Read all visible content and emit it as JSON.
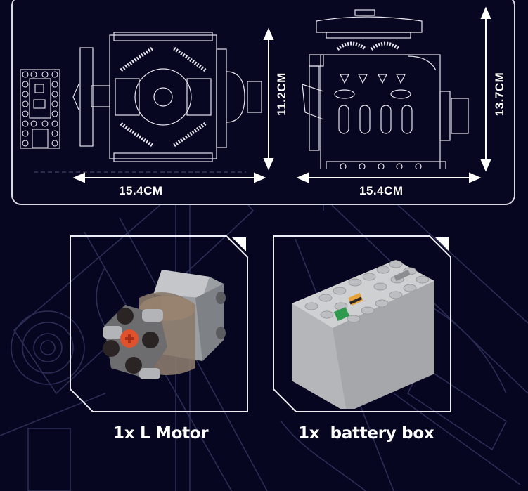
{
  "dimensions": {
    "top_view_width": "15.4CM",
    "top_view_height": "11.2CM",
    "side_view_width": "15.4CM",
    "side_view_height": "13.7CM"
  },
  "products": [
    {
      "name": "L Motor",
      "caption": "1x L Motor",
      "icon": "motor-icon"
    },
    {
      "name": "battery box",
      "caption": "1x  battery box",
      "icon": "battery-box-icon"
    }
  ],
  "colors": {
    "background": "#070620",
    "line": "#d8d8e4",
    "blueprint_faint": "#2a2c52",
    "motor_accent": "#e0522c",
    "battery_green": "#2f9a4e",
    "battery_orange": "#e8a23a",
    "battery_gray": "#a9aaad"
  }
}
